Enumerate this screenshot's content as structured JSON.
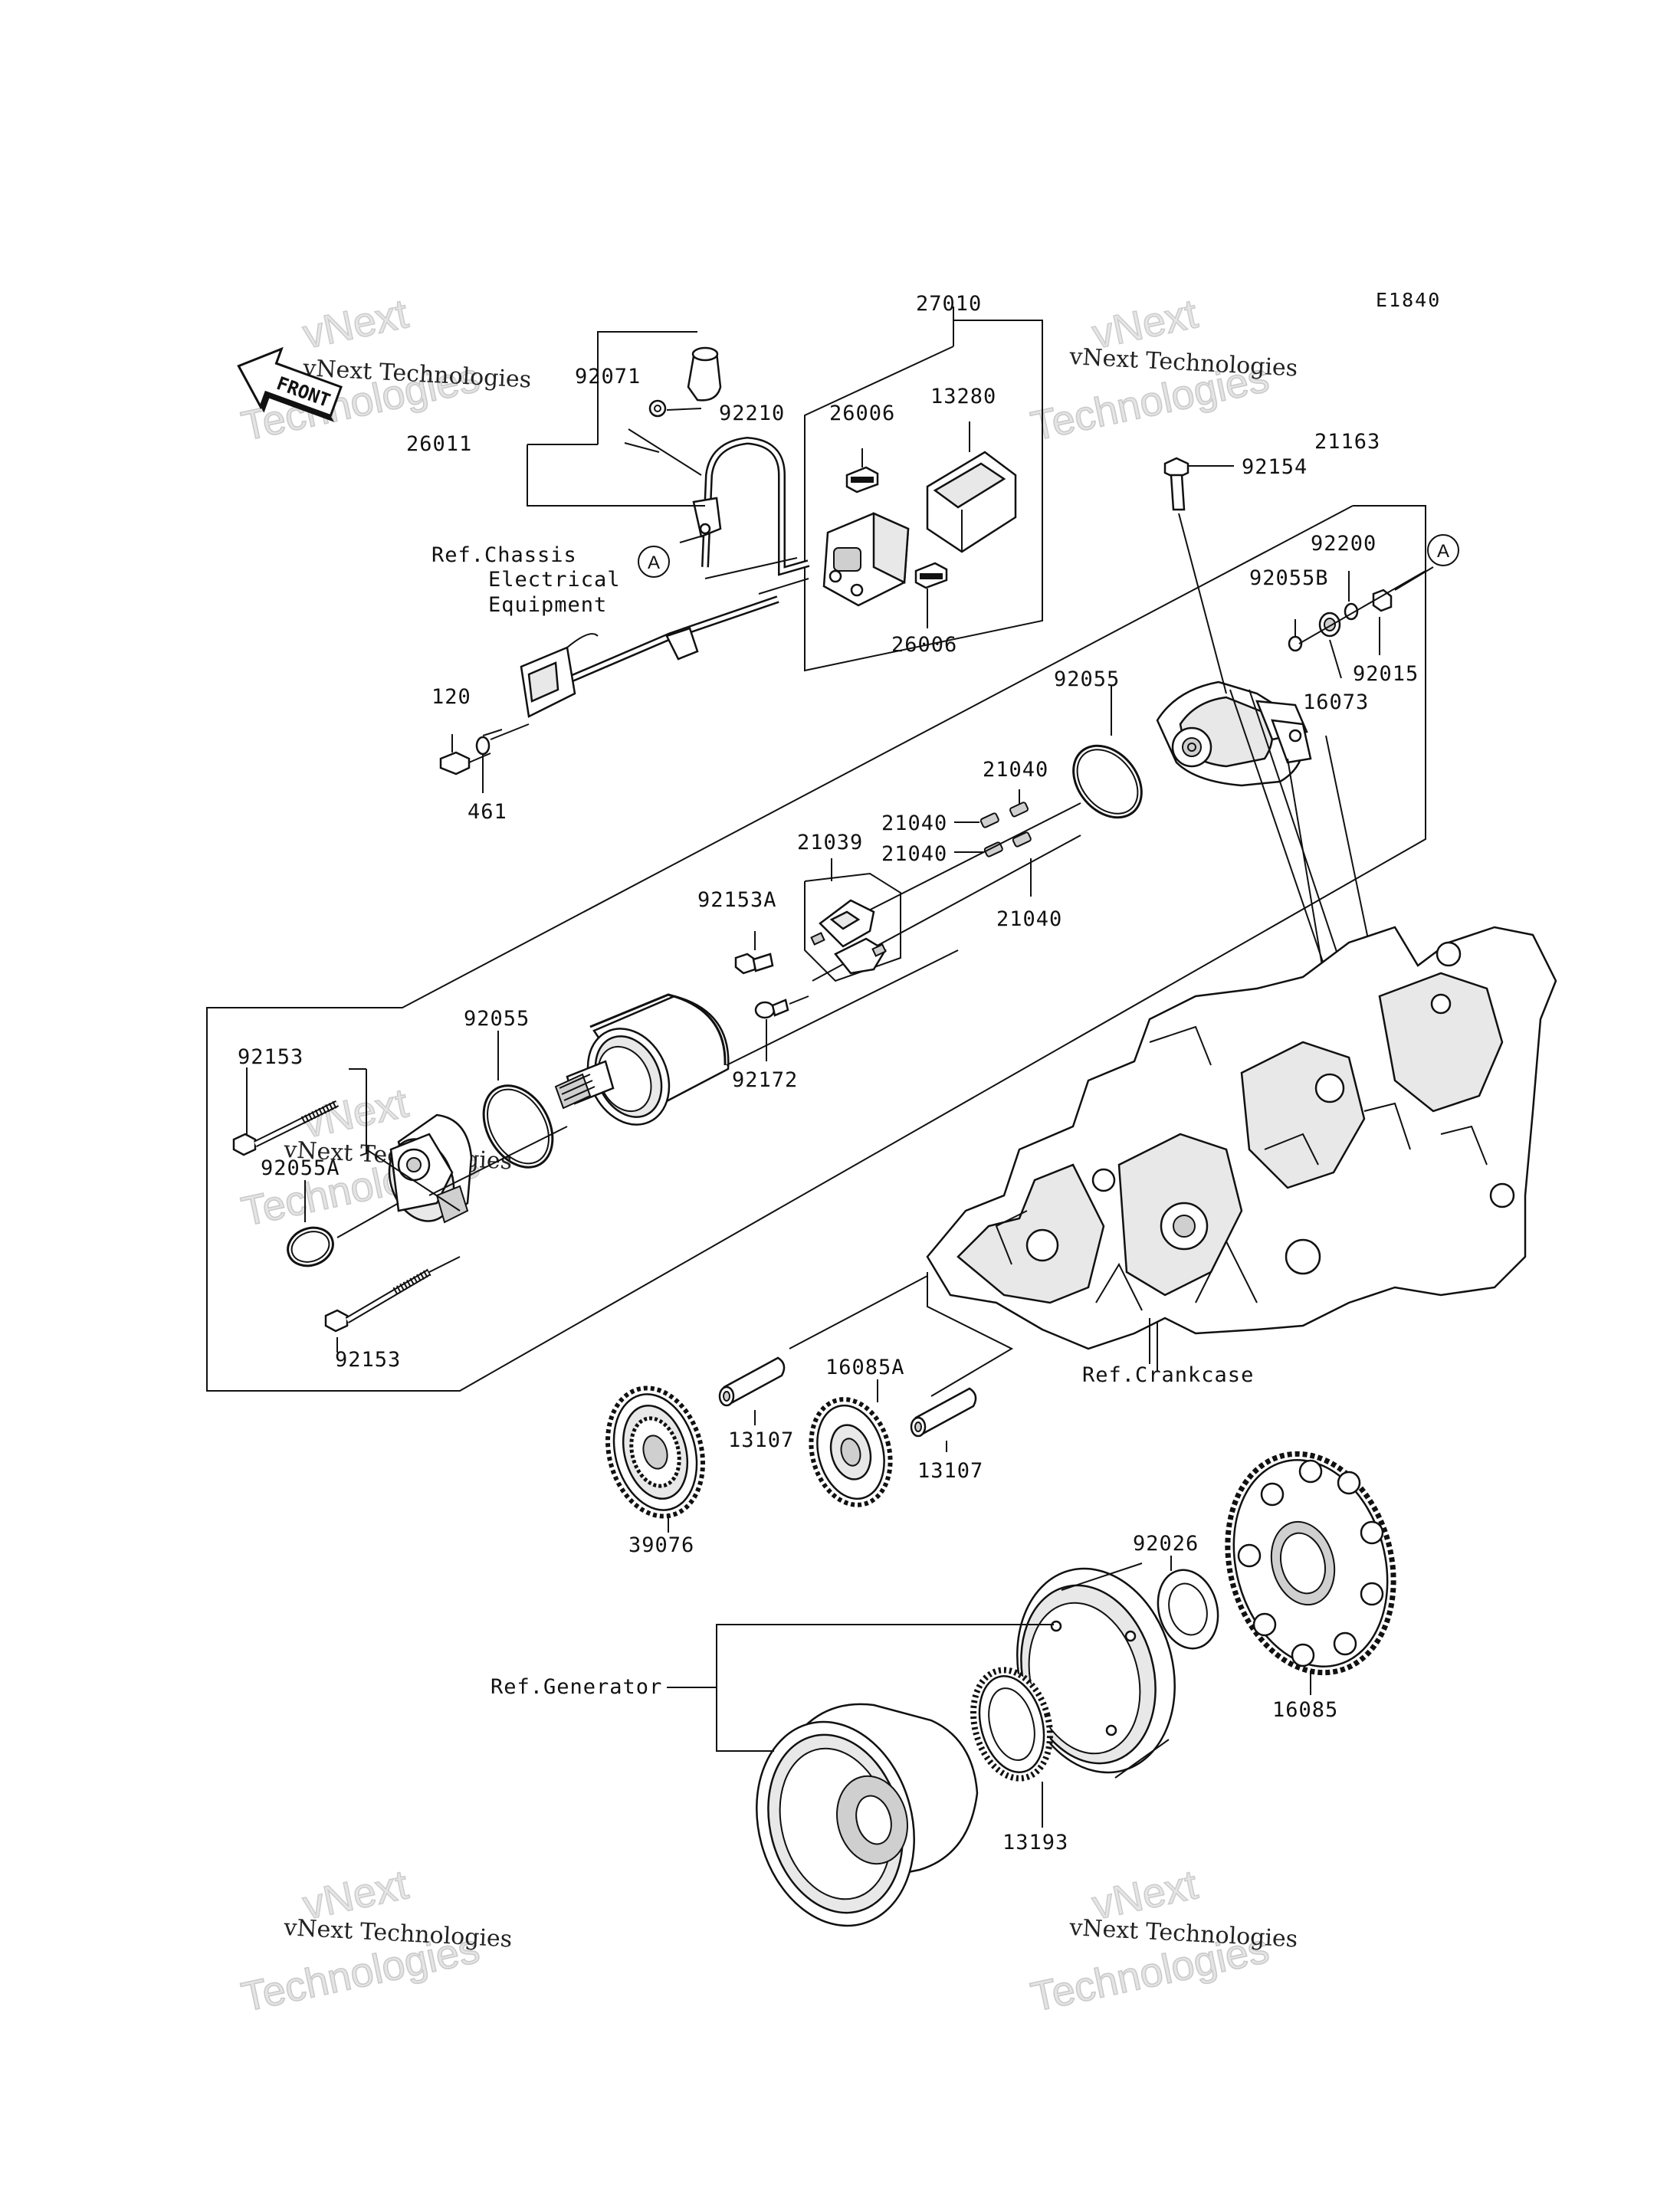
{
  "diagram_code": "E1840",
  "front_arrow_text": "FRONT",
  "ref_marker": "A",
  "watermark": {
    "line1": "vNext",
    "line2": "vNext Technologies",
    "line3": "Technologies"
  },
  "refs": {
    "chassis_l1": "Ref.Chassis",
    "chassis_l2": "Electrical",
    "chassis_l3": "Equipment",
    "crankcase": "Ref.Crankcase",
    "generator": "Ref.Generator"
  },
  "parts": {
    "p27010": "27010",
    "p92071": "92071",
    "p92210": "92210",
    "p26011": "26011",
    "p26006a": "26006",
    "p13280": "13280",
    "p26006b": "26006",
    "p120": "120",
    "p461": "461",
    "p92154": "92154",
    "p21163": "21163",
    "p92200": "92200",
    "p92055B": "92055B",
    "p92015": "92015",
    "p16073": "16073",
    "p92055a": "92055",
    "p21040a": "21040",
    "p21040b": "21040",
    "p21040c": "21040",
    "p21040d": "21040",
    "p21039": "21039",
    "p92153A": "92153A",
    "p92172": "92172",
    "p92055b": "92055",
    "p92153a": "92153",
    "p92055A": "92055A",
    "p92153b": "92153",
    "p16085A": "16085A",
    "p13107a": "13107",
    "p13107b": "13107",
    "p39076": "39076",
    "p92026": "92026",
    "p16085": "16085",
    "p13193": "13193"
  }
}
